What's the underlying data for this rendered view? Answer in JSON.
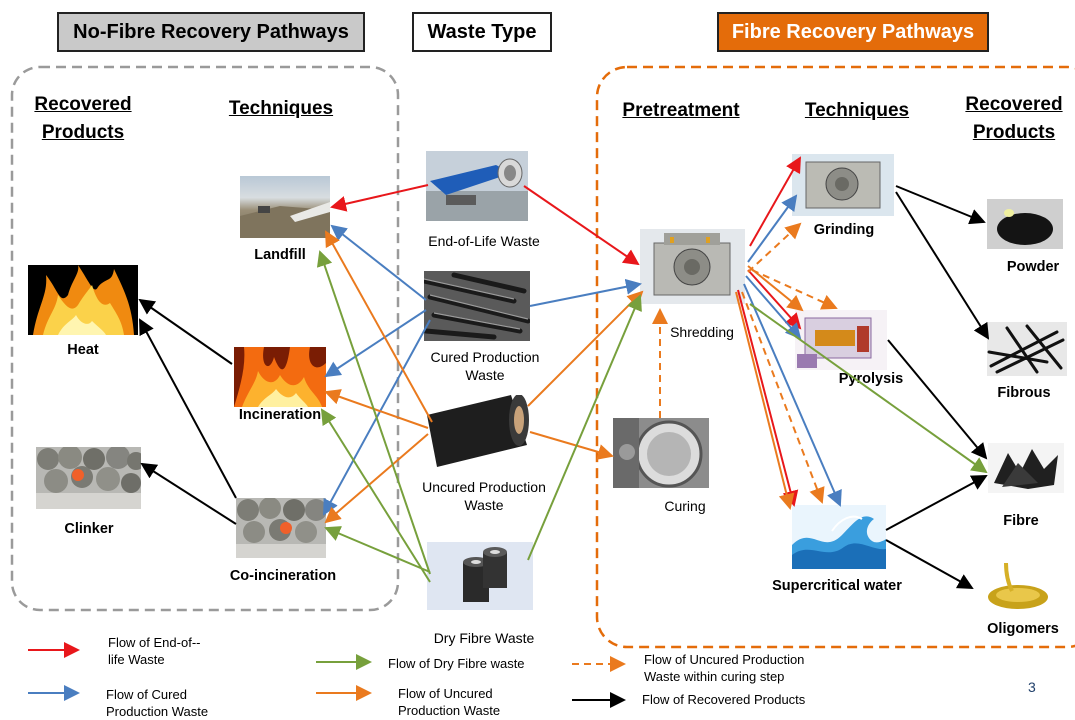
{
  "headers": {
    "no_fibre": "No-Fibre Recovery Pathways",
    "waste_type": "Waste Type",
    "fibre": "Fibre Recovery Pathways"
  },
  "columns": {
    "left_products_1": "Recovered",
    "left_products_2": "Products",
    "left_techniques": "Techniques",
    "pretreatment": "Pretreatment",
    "right_techniques": "Techniques",
    "right_products_1": "Recovered",
    "right_products_2": "Products"
  },
  "nodes": {
    "heat": "Heat",
    "clinker": "Clinker",
    "landfill": "Landfill",
    "incineration": "Incineration",
    "co_incineration": "Co-incineration",
    "eol_waste": "End-of-Life Waste",
    "cured_waste_1": "Cured Production",
    "cured_waste_2": "Waste",
    "uncured_waste_1": "Uncured Production",
    "uncured_waste_2": "Waste",
    "dry_fibre_waste": "Dry Fibre Waste",
    "shredding": "Shredding",
    "curing": "Curing",
    "grinding": "Grinding",
    "pyrolysis": "Pyrolysis",
    "supercritical_water": "Supercritical water",
    "powder": "Powder",
    "fibrous": "Fibrous",
    "fibre": "Fibre",
    "oligomers": "Oligomers"
  },
  "legend": {
    "eol_1": "Flow of End-of--",
    "eol_2": "life Waste",
    "cured_1": "Flow of Cured",
    "cured_2": "Production Waste",
    "dry": "Flow of Dry Fibre waste",
    "uncured_1": "Flow of Uncured",
    "uncured_2": "Production Waste",
    "uncured_curing_1": "Flow of Uncured Production",
    "uncured_curing_2": "Waste within curing step",
    "recovered": "Flow of Recovered Products"
  },
  "page_number": "3",
  "colors": {
    "red": "#e8171b",
    "blue": "#4a7ec0",
    "green": "#77a03c",
    "orange": "#ea7a1e",
    "black": "#000000",
    "fibre_header_bg": "#e46c0a",
    "no_fibre_header_bg": "#c9c9c9",
    "dashed_grey": "#9a9a9a",
    "dashed_orange": "#e46c0a"
  }
}
